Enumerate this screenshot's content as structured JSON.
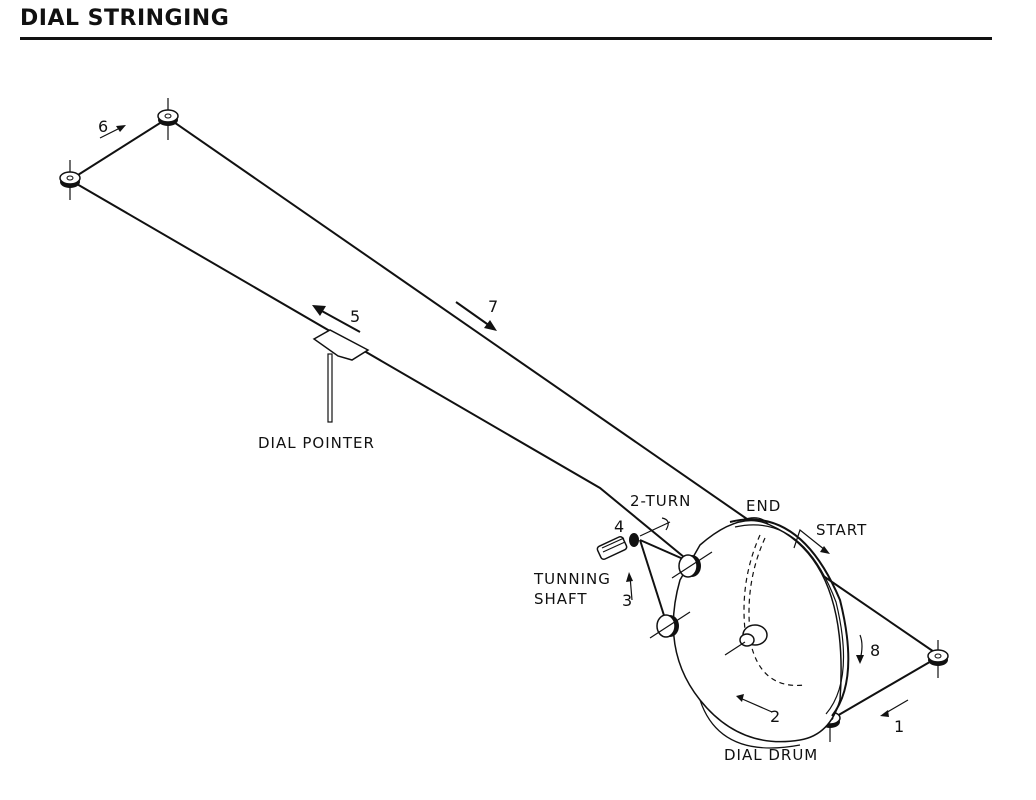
{
  "title": "DIAL STRINGING",
  "labels": {
    "dial_pointer": "DIAL POINTER",
    "two_turn": "2-TURN",
    "end": "END",
    "start": "START",
    "tuning_shaft_line1": "TUNNING",
    "tuning_shaft_line2": "SHAFT",
    "dial_drum": "DIAL DRUM"
  },
  "steps": {
    "s1": "1",
    "s2": "2",
    "s3": "3",
    "s4": "4",
    "s5": "5",
    "s6": "6",
    "s7": "7",
    "s8": "8"
  },
  "colors": {
    "ink": "#111111",
    "paper": "#ffffff"
  }
}
